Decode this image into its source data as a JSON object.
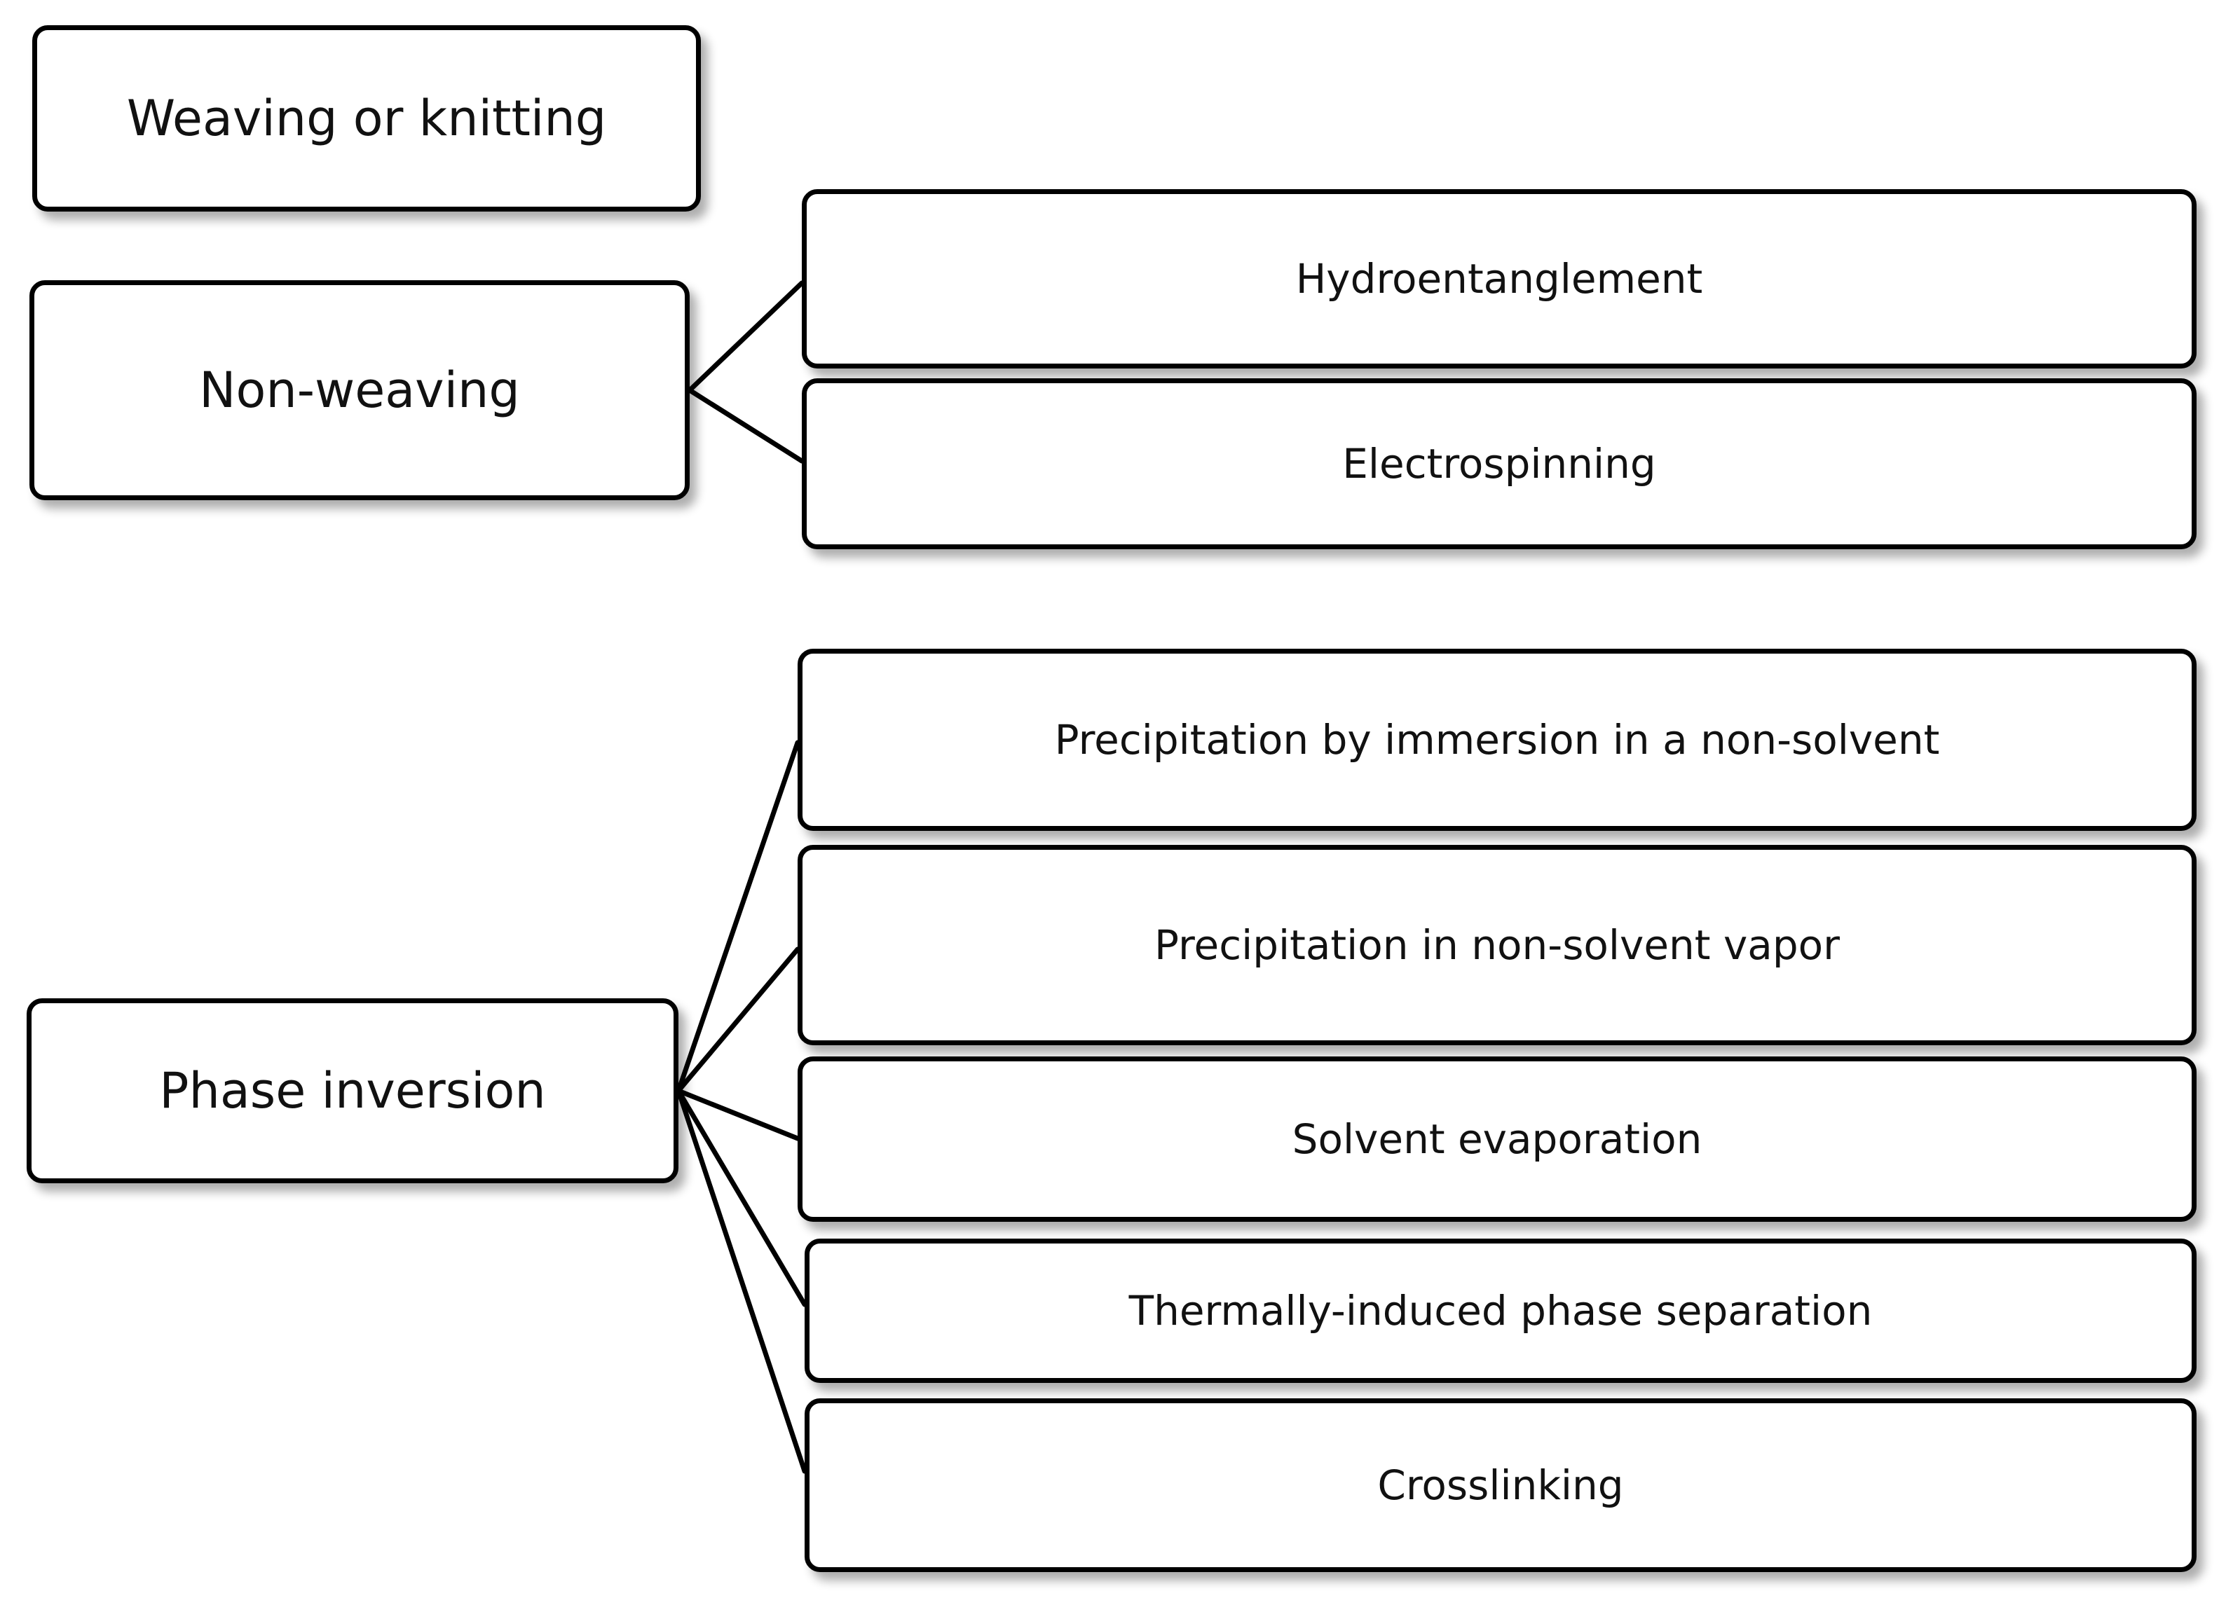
{
  "diagram": {
    "groups": [
      {
        "label": "Weaving or knitting",
        "children": []
      },
      {
        "label": "Non-weaving",
        "children": [
          "Hydroentanglement",
          "Electrospinning"
        ]
      },
      {
        "label": "Phase inversion",
        "children": [
          "Precipitation by immersion in a non-solvent",
          "Precipitation in non-solvent vapor",
          "Solvent evaporation",
          "Thermally-induced phase separation",
          "Crosslinking"
        ]
      }
    ],
    "colors": {
      "border": "#000000",
      "background": "#ffffff",
      "text": "#111111"
    }
  }
}
